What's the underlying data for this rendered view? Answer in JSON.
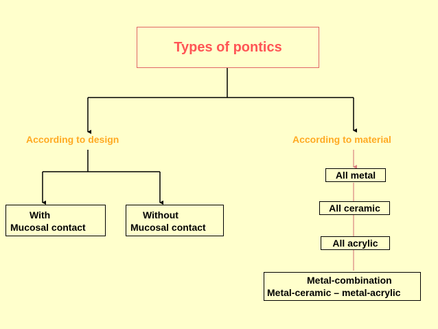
{
  "title": "Types of pontics",
  "branches": {
    "design": {
      "label": "According to design",
      "children": [
        {
          "line1": "With",
          "line2": "Mucosal contact"
        },
        {
          "line1": "Without",
          "line2": "Mucosal contact"
        }
      ]
    },
    "material": {
      "label": "According to material",
      "children": [
        "All metal",
        "All ceramic",
        "All acrylic"
      ],
      "combination": {
        "line1": "Metal-combination",
        "line2": "Metal-ceramic – metal-acrylic"
      }
    }
  },
  "colors": {
    "background": "#ffffcc",
    "title_text": "#ff5555",
    "branch_text": "#ffaa22",
    "material_connector": "#d98080"
  }
}
